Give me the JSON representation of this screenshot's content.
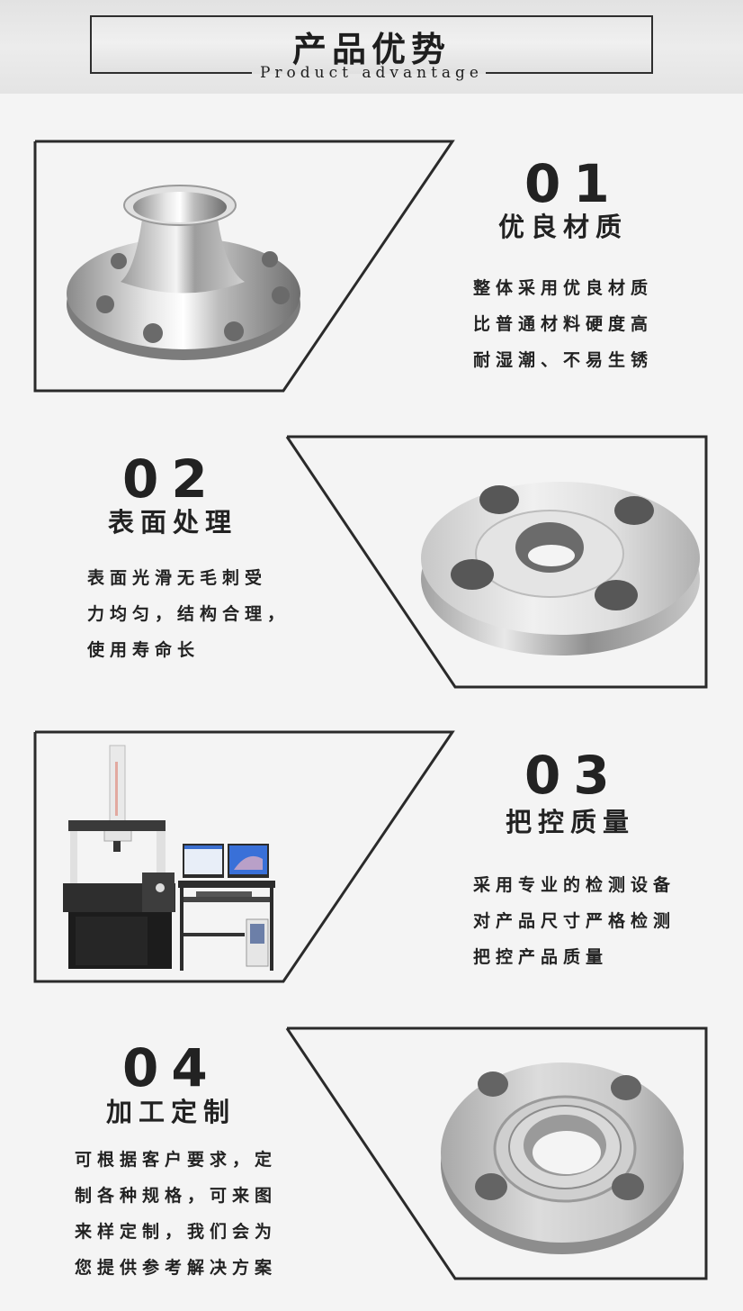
{
  "header": {
    "title": "产品优势",
    "subtitle": "Product advantage"
  },
  "colors": {
    "background": "#f4f4f4",
    "header_band": "#e4e4e4",
    "frame_line": "#2a2a2a",
    "text": "#222222"
  },
  "features": [
    {
      "number": "01",
      "title": "优良材质",
      "lines": [
        "整体采用优良材质",
        "比普通材料硬度高",
        "耐湿潮、不易生锈"
      ],
      "image": "weld-neck-flange"
    },
    {
      "number": "02",
      "title": "表面处理",
      "lines": [
        "表面光滑无毛刺受",
        "力均匀，结构合理，",
        "使用寿命长"
      ],
      "image": "plate-flange-4-hole"
    },
    {
      "number": "03",
      "title": "把控质量",
      "lines": [
        "采用专业的检测设备",
        "对产品尺寸严格检测",
        "把控产品质量"
      ],
      "image": "coordinate-measuring-machine"
    },
    {
      "number": "04",
      "title": "加工定制",
      "lines": [
        "可根据客户要求，定",
        "制各种规格，可来图",
        "来样定制，我们会为",
        "您提供参考解决方案"
      ],
      "image": "raised-face-flange"
    }
  ]
}
